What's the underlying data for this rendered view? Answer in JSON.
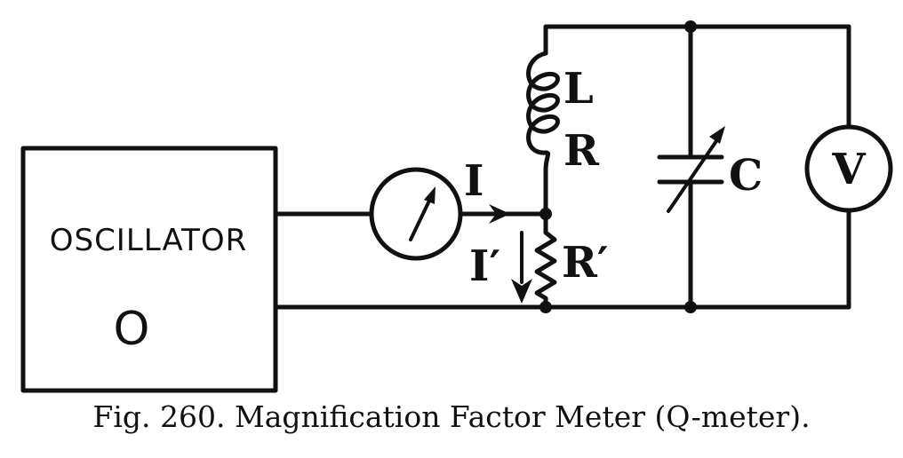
{
  "components": {
    "oscillator_label": "OSCILLATOR",
    "oscillator_symbol": "O",
    "inductance_label": "L",
    "resistance_label": "R",
    "current_label": "I",
    "shunt_current_label": "I′",
    "shunt_resistor_label": "R′",
    "capacitor_label": "C",
    "voltmeter_label": "V"
  },
  "caption": "Fig. 260.   Magnification Factor Meter (Q-meter)."
}
